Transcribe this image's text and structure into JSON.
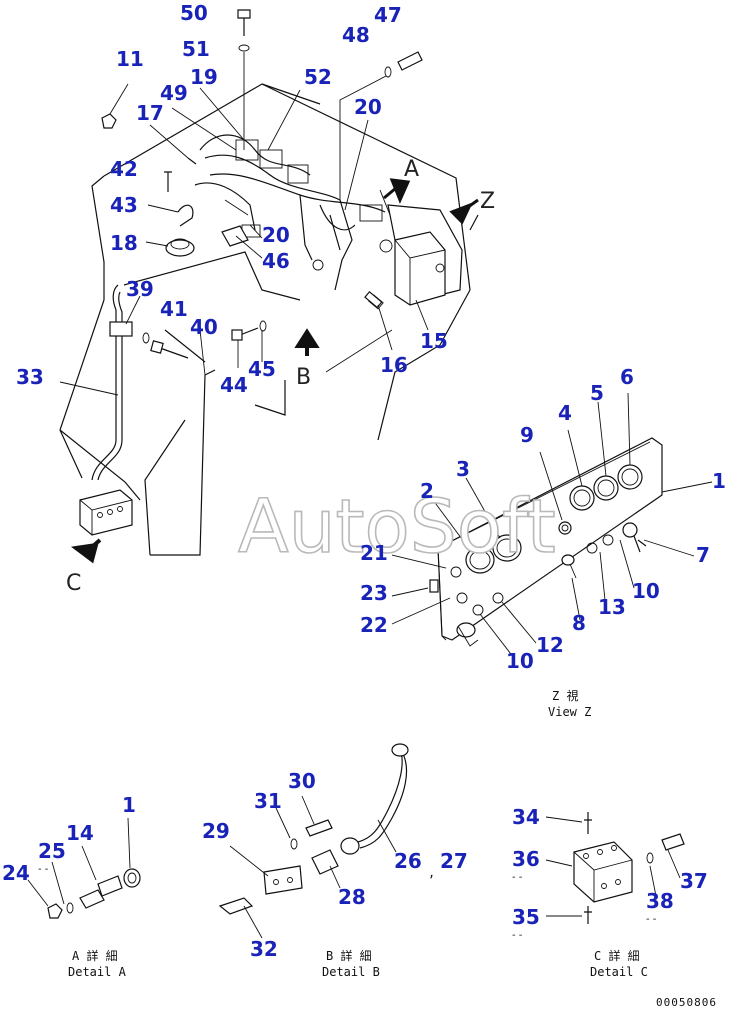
{
  "watermark": "AutoSoft",
  "view_letters": {
    "a": "A",
    "b": "B",
    "c": "C",
    "z": "Z"
  },
  "captions": {
    "view_z_jp": "Z 視",
    "view_z_en": "View Z",
    "detail_a_jp": "A 詳 細",
    "detail_a_en": "Detail A",
    "detail_b_jp": "B 詳 細",
    "detail_b_en": "Detail B",
    "detail_c_jp": "C 詳 細",
    "detail_c_en": "Detail C"
  },
  "drawing_code": "00050806",
  "comma": ",",
  "callouts": {
    "p50": "50",
    "p51": "51",
    "p47": "47",
    "p48": "48",
    "p11": "11",
    "p52": "52",
    "p19": "19",
    "p49": "49",
    "p17": "17",
    "p20a": "20",
    "p42": "42",
    "p43": "43",
    "p18": "18",
    "p20b": "20",
    "p46": "46",
    "p39": "39",
    "p41": "41",
    "p40": "40",
    "p44": "44",
    "p45": "45",
    "p16": "16",
    "p15": "15",
    "p33": "33",
    "p9": "9",
    "p4": "4",
    "p5": "5",
    "p6": "6",
    "p3": "3",
    "p2": "2",
    "p1a": "1",
    "p7": "7",
    "p21": "21",
    "p23": "23",
    "p22": "22",
    "p8": "8",
    "p13": "13",
    "p10a": "10",
    "p12": "12",
    "p10b": "10",
    "p1b": "1",
    "p14": "14",
    "p25": "25",
    "p24": "24",
    "p30": "30",
    "p31": "31",
    "p29": "29",
    "p26": "26",
    "p27": "27",
    "p28": "28",
    "p32": "32",
    "p34": "34",
    "p36": "36",
    "p37": "37",
    "p38": "38",
    "p35": "35"
  }
}
